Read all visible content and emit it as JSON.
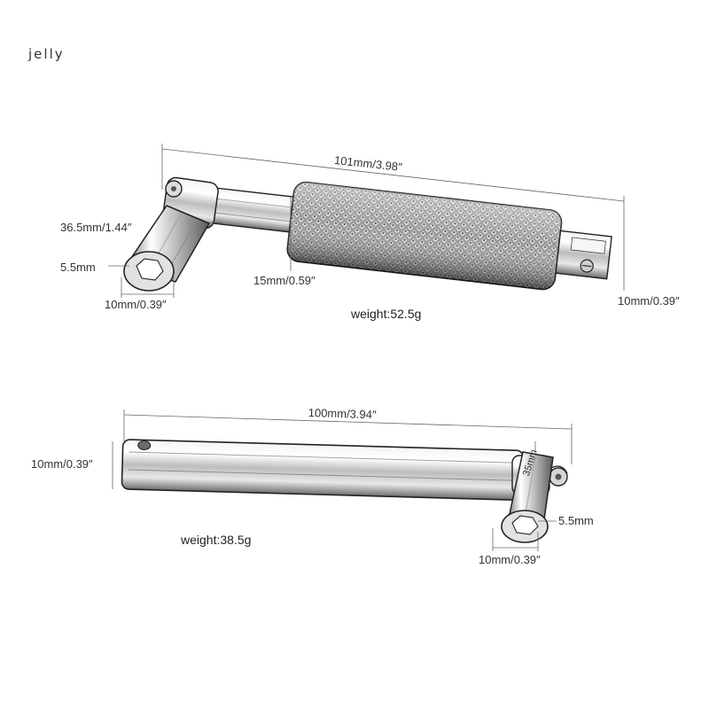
{
  "brand": "jelly",
  "tool_top": {
    "total_length": "101mm/3.98″",
    "arm_length": "36.5mm/1.44″",
    "socket_hex": "5.5mm",
    "socket_diameter": "10mm/0.39″",
    "grip_diameter": "15mm/0.59″",
    "end_diameter": "10mm/0.39″",
    "weight": "weight:52.5g"
  },
  "tool_bottom": {
    "total_length": "100mm/3.94″",
    "shaft_diameter": "10mm/0.39″",
    "arm_length": "35mm",
    "socket_hex": "5.5mm",
    "socket_diameter": "10mm/0.39″",
    "weight": "weight:38.5g"
  }
}
